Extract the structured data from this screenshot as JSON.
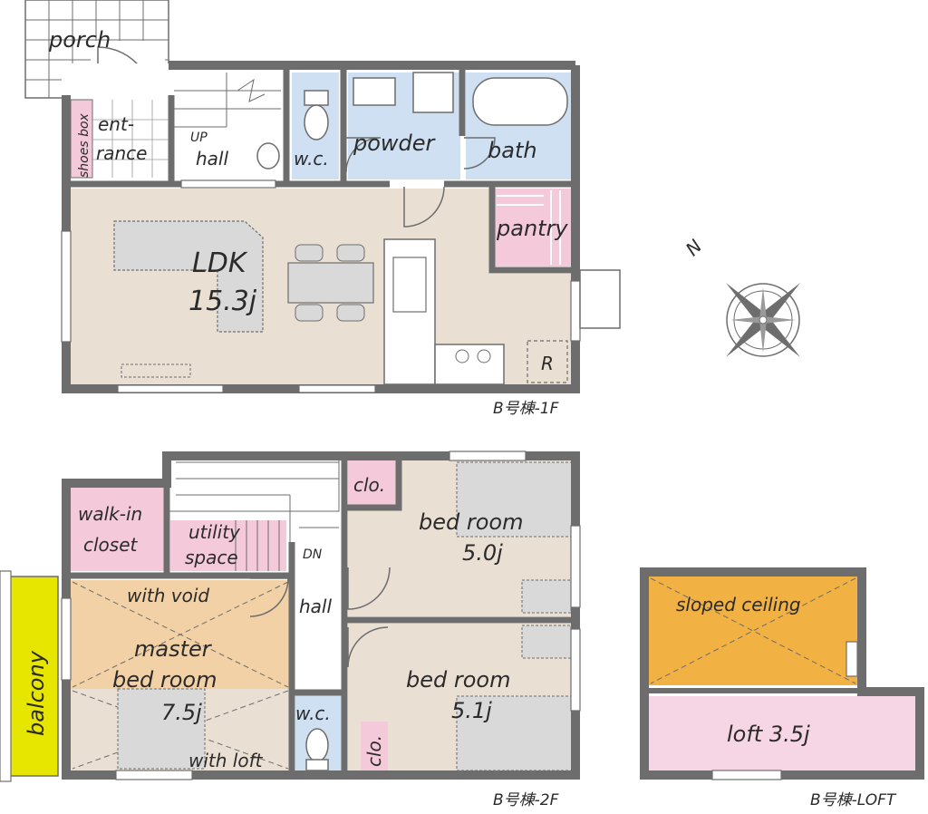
{
  "colors": {
    "wall": "#6d6d6d",
    "living": "#eadfd3",
    "wet": "#cfe0f3",
    "storage": "#f4c9d9",
    "master": "#f1d1a5",
    "balcony": "#e6e600",
    "sloped": "#f2b143",
    "loft": "#f6d6e4",
    "furniture": "#d9d9d9"
  },
  "floor1": {
    "tag": "B号棟-1F",
    "rooms": {
      "porch": "porch",
      "shoes_box": "shoes box",
      "entrance_1": "ent-",
      "entrance_2": "rance",
      "up": "UP",
      "hall": "hall",
      "wc": "w.c.",
      "powder": "powder",
      "bath": "bath",
      "pantry": "pantry",
      "ldk": "LDK",
      "ldk_size": "15.3j",
      "refrigerator": "R"
    }
  },
  "floor2": {
    "tag": "B号棟-2F",
    "rooms": {
      "walkin_1": "walk-in",
      "walkin_2": "closet",
      "utility_1": "utility",
      "utility_2": "space",
      "dn": "DN",
      "hall": "hall",
      "clo_top": "clo.",
      "bed1_name": "bed room",
      "bed1_size": "5.0j",
      "bed2_name": "bed room",
      "bed2_size": "5.1j",
      "with_void": "with void",
      "master_1": "master",
      "master_2": "bed room",
      "master_size": "7.5j",
      "with_loft": "with loft",
      "balcony": "balcony",
      "wc": "w.c.",
      "clo_bottom": "clo."
    }
  },
  "loft": {
    "tag": "B号棟-LOFT",
    "rooms": {
      "sloped": "sloped ceiling",
      "loft": "loft 3.5j"
    }
  },
  "compass": {
    "north": "N"
  }
}
